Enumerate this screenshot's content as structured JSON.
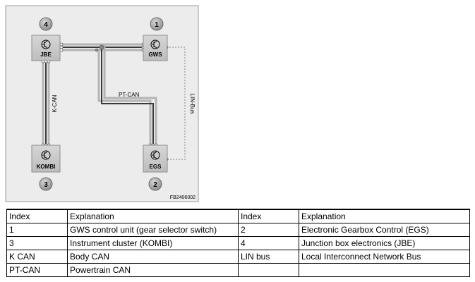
{
  "diagram": {
    "modules": [
      {
        "label": "JBE",
        "badge": "4"
      },
      {
        "label": "GWS",
        "badge": "1"
      },
      {
        "label": "KOMBI",
        "badge": "3"
      },
      {
        "label": "EGS",
        "badge": "2"
      }
    ],
    "buses": {
      "kcan": "K-CAN",
      "ptcan": "PT-CAN",
      "linbus": "LIN-Bus"
    },
    "reference": "FB2406002",
    "colors": {
      "panel_bg": "#ececec",
      "module_fill": "#c8c8c8",
      "badge_fill": "#9e9e9e",
      "wire_light": "#b4b4b4",
      "wire_dark": "#3a3a3a"
    }
  },
  "legend": {
    "header": [
      "Index",
      "Explanation",
      "Index",
      "Explanation"
    ],
    "rows": [
      [
        "1",
        "GWS control unit (gear selector switch)",
        "2",
        "Electronic Gearbox Control (EGS)"
      ],
      [
        "3",
        "Instrument cluster (KOMBI)",
        "4",
        "Junction box electronics (JBE)"
      ],
      [
        "K CAN",
        "Body CAN",
        "LIN bus",
        "Local Interconnect Network Bus"
      ],
      [
        "PT-CAN",
        "Powertrain CAN",
        "",
        ""
      ]
    ]
  }
}
